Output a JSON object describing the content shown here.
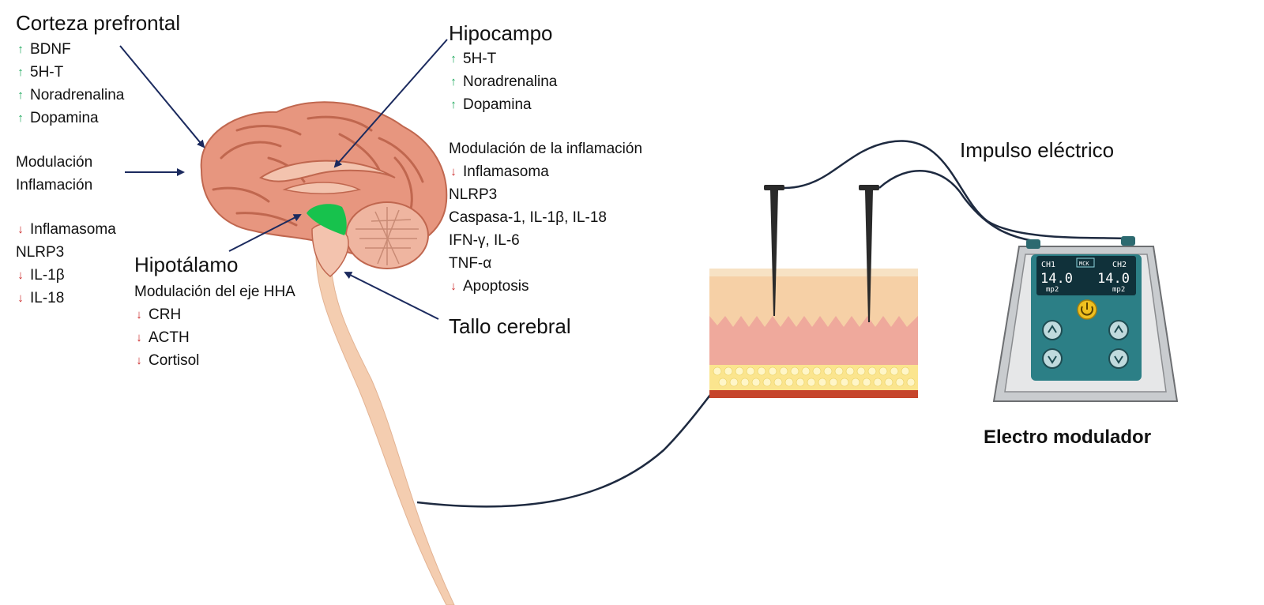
{
  "colors": {
    "increase": "#1aa85a",
    "decrease": "#cc2a2a",
    "arrow_lines": "#1b2a5e",
    "hypothalamus": "#17c24d",
    "brain": "#e7967f",
    "device_screen": "#2c7f86"
  },
  "icons": {
    "up": "↑",
    "down": "↓"
  },
  "corteza": {
    "title": "Corteza prefrontal",
    "items": [
      "BDNF",
      "5H-T",
      "Noradrenalina",
      "Dopamina"
    ]
  },
  "modulacion_izq": {
    "line1": "Modulación",
    "line2": "Inflamación"
  },
  "inflamasoma_izq": {
    "items": [
      {
        "dir": "down",
        "text": "Inflamasoma"
      },
      {
        "dir": "none",
        "text": "NLRP3"
      },
      {
        "dir": "down",
        "text": "IL-1β"
      },
      {
        "dir": "down",
        "text": "IL-18"
      }
    ]
  },
  "hipotalamo": {
    "title": "Hipotálamo",
    "subtitle": "Modulación del eje HHA",
    "items": [
      "CRH",
      "ACTH",
      "Cortisol"
    ]
  },
  "hipocampo": {
    "title": "Hipocampo",
    "items": [
      "5H-T",
      "Noradrenalina",
      "Dopamina"
    ]
  },
  "inflamacion_der": {
    "heading": "Modulación de la inflamación",
    "items": [
      {
        "dir": "down",
        "text": "Inflamasoma"
      },
      {
        "dir": "none",
        "text": "NLRP3"
      },
      {
        "dir": "none",
        "text": "Caspasa-1, IL-1β, IL-18"
      },
      {
        "dir": "none",
        "text": "IFN-γ, IL-6"
      },
      {
        "dir": "none",
        "text": "TNF-α"
      },
      {
        "dir": "down",
        "text": "Apoptosis"
      }
    ]
  },
  "tallo": {
    "title": "Tallo cerebral"
  },
  "impulso": {
    "title": "Impulso eléctrico"
  },
  "device": {
    "caption": "Electro modulador",
    "ch1_label": "CH1",
    "ch2_label": "CH2",
    "mode_label": "MCK",
    "ch1_value": "14.0",
    "ch2_value": "14.0",
    "ch1_unit": "mp2",
    "ch2_unit": "mp2"
  }
}
